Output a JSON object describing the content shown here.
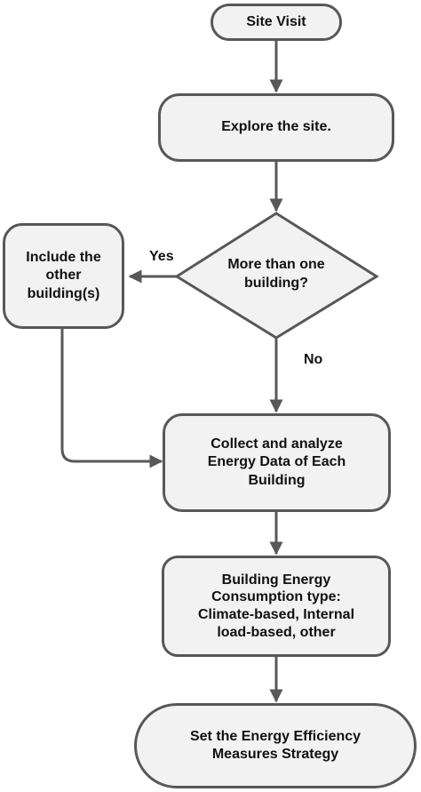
{
  "flowchart": {
    "start": "Site Visit",
    "explore": "Explore the site.",
    "decision": "More than one\nbuilding?",
    "yes_label": "Yes",
    "no_label": "No",
    "include": "Include the\nother\nbuilding(s)",
    "collect": "Collect and analyze\nEnergy Data of Each\nBuilding",
    "consumption": "Building Energy\nConsumption type:\nClimate-based, Internal\nload-based, other",
    "end": "Set the Energy Efficiency\nMeasures Strategy"
  },
  "colors": {
    "stroke": "#585858",
    "fill": "#f2f2f2",
    "text": "#111111"
  }
}
